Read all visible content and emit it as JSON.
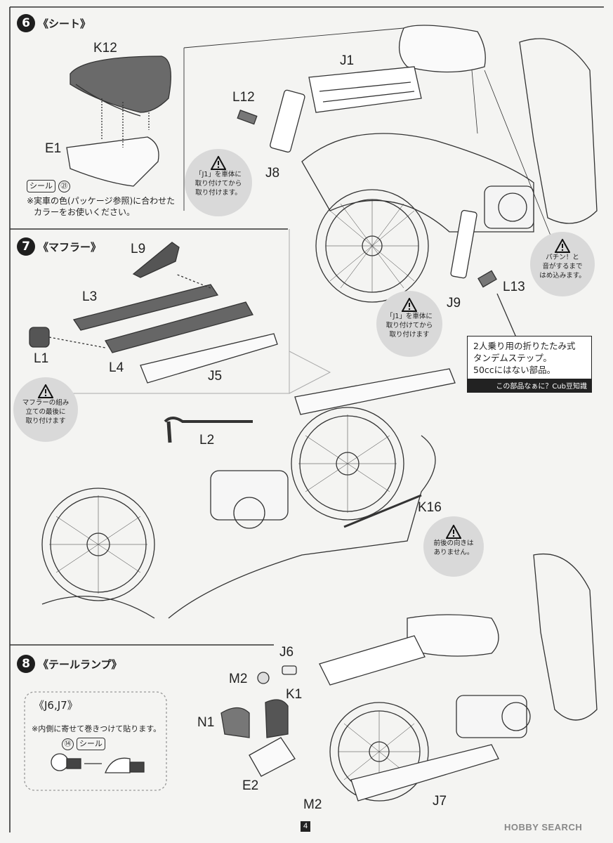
{
  "page": {
    "number": "4",
    "watermark": "HOBBY SEARCH"
  },
  "steps": [
    {
      "num": "6",
      "title": "《シート》"
    },
    {
      "num": "7",
      "title": "《マフラー》"
    },
    {
      "num": "8",
      "title": "《テールランプ》"
    }
  ],
  "parts": {
    "K12": "K12",
    "E1": "E1",
    "J1": "J1",
    "L12": "L12",
    "J8": "J8",
    "J9": "J9",
    "L13": "L13",
    "L9": "L9",
    "L3": "L3",
    "L1": "L1",
    "L4": "L4",
    "J5": "J5",
    "L2": "L2",
    "K16": "K16",
    "J6": "J6",
    "M2a": "M2",
    "K1": "K1",
    "N1": "N1",
    "E2": "E2",
    "M2b": "M2",
    "J7": "J7"
  },
  "step6": {
    "seal_label": "シール",
    "seal_num": "㉑",
    "color_note_1": "※実車の色(パッケージ参照)に合わせた",
    "color_note_2": "カラーをお使いください。"
  },
  "cautions": {
    "j1_a": [
      "「J1」を車体に",
      "取り付けてから",
      "取り付けます。"
    ],
    "snap": [
      "パチン！と",
      "音がするまで",
      "はめ込みます。"
    ],
    "j1_b": [
      "「J1」を車体に",
      "取り付けてから",
      "取り付けます"
    ],
    "muffler": [
      "マフラーの組み",
      "立ての最後に",
      "取り付けます"
    ],
    "k16": [
      "前後の向きは",
      "ありません。"
    ]
  },
  "trivia": {
    "line1": "2人乗り用の折りたたみ式",
    "line2": "タンデムステップ。",
    "line3": "50ccにはない部品。",
    "footer": "この部品なぁに？Cub豆知識"
  },
  "step8": {
    "inset_title": "《J6,J7》",
    "inset_note": "※内側に寄せて巻きつけて貼ります。",
    "seal_num": "⑭",
    "seal_label": "シール"
  }
}
